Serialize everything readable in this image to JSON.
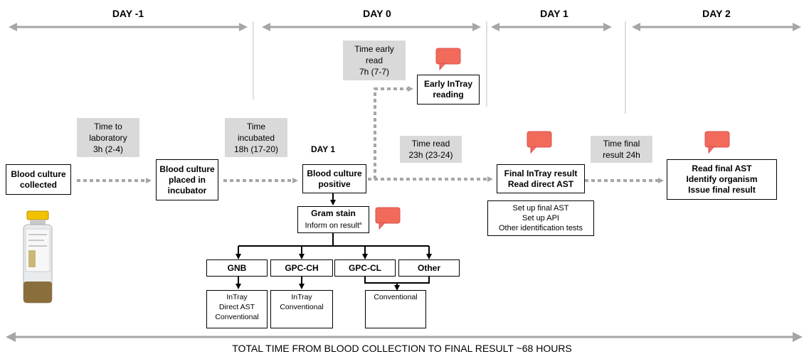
{
  "days": {
    "d_minus1": "DAY -1",
    "d0": "DAY 0",
    "d1": "DAY 1",
    "d2": "DAY 2",
    "d1_inline": "DAY 1"
  },
  "times": {
    "to_lab": [
      "Time to",
      "laboratory",
      "3h (2-4)"
    ],
    "incubated": [
      "Time",
      "incubated",
      "18h (17-20)"
    ],
    "early_read": [
      "Time early",
      "read",
      "7h (7-7)"
    ],
    "read": [
      "Time read",
      "23h (23-24)"
    ],
    "final": [
      "Time final",
      "result 24h"
    ]
  },
  "steps": {
    "collected": [
      "Blood culture",
      "collected"
    ],
    "incubator": [
      "Blood culture",
      "placed in",
      "incubator"
    ],
    "positive": [
      "Blood culture",
      "positive"
    ],
    "early_intray": [
      "Early InTray",
      "reading"
    ],
    "final_intray": [
      "Final InTray result",
      "Read direct AST"
    ],
    "final_result": [
      "Read final AST",
      "Identify organism",
      "Issue final result"
    ]
  },
  "gram": {
    "title": "Gram stain",
    "sub": "Inform on result",
    "mark": "a"
  },
  "setup": [
    "Set up final AST",
    "Set up API",
    "Other identification tests"
  ],
  "categories": [
    "GNB",
    "GPC-CH",
    "GPC-CL",
    "Other"
  ],
  "methods": {
    "gnb": [
      "InTray",
      "Direct AST",
      "Conventional"
    ],
    "gpcch": [
      "InTray",
      "Conventional"
    ],
    "other": [
      "Conventional"
    ]
  },
  "footer": "TOTAL TIME FROM BLOOD COLLECTION TO FINAL RESULT ~68 HOURS",
  "colors": {
    "arrow_gray": "#a6a6a6",
    "box_gray": "#d9d9d9",
    "bubble": "#f26a5a",
    "divider": "#bfbfbf"
  }
}
